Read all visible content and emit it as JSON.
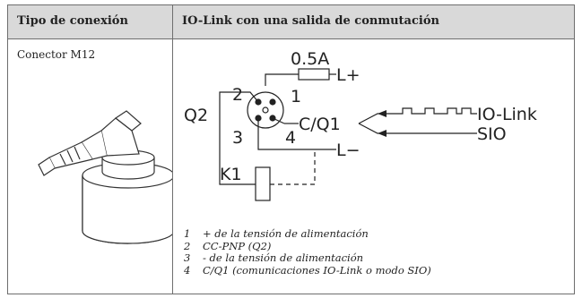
{
  "table": {
    "col1_header": "Tipo de conexión",
    "col2_header": "IO-Link con una salida de conmutación",
    "cell_connector": "Conector M12"
  },
  "diagram": {
    "fuse_label": "0.5A",
    "lplus": "L+",
    "pin1": "1",
    "pin2": "2",
    "pin3": "3",
    "pin4": "4",
    "q2": "Q2",
    "cq1": "C/Q1",
    "lminus": "L−",
    "k1": "K1",
    "iolink": "IO-Link",
    "sio": "SIO"
  },
  "legend": [
    {
      "num": "1",
      "text": "+ de la tensión de alimentación"
    },
    {
      "num": "2",
      "text": "CC-PNP (Q2)"
    },
    {
      "num": "3",
      "text": "- de la tensión de alimentación"
    },
    {
      "num": "4",
      "text": "C/Q1 (comunicaciones IO-Link o modo SIO)"
    }
  ]
}
